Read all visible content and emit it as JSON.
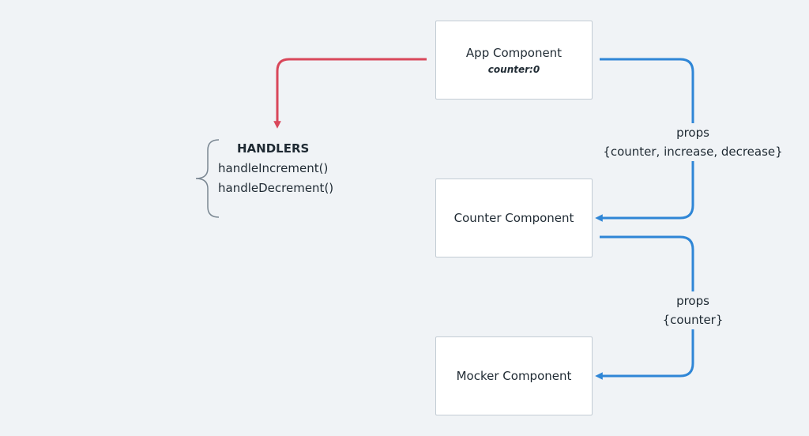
{
  "nodes": {
    "app": {
      "title": "App Component",
      "state": "counter:0"
    },
    "counter": {
      "title": "Counter Component"
    },
    "mocker": {
      "title": "Mocker Component"
    }
  },
  "edges": {
    "app_to_counter": {
      "label": "props",
      "detail": "{counter, increase, decrease}"
    },
    "counter_to_mocker": {
      "label": "props",
      "detail": "{counter}"
    }
  },
  "handlers": {
    "title": "HANDLERS",
    "items": [
      "handleIncrement()",
      "handleDecrement()"
    ]
  },
  "colors": {
    "background": "#f0f3f6",
    "props_arrow": "#2f86d6",
    "handler_arrow": "#d9475a",
    "brace": "#7a8792",
    "node_border": "#c3ccd4"
  }
}
